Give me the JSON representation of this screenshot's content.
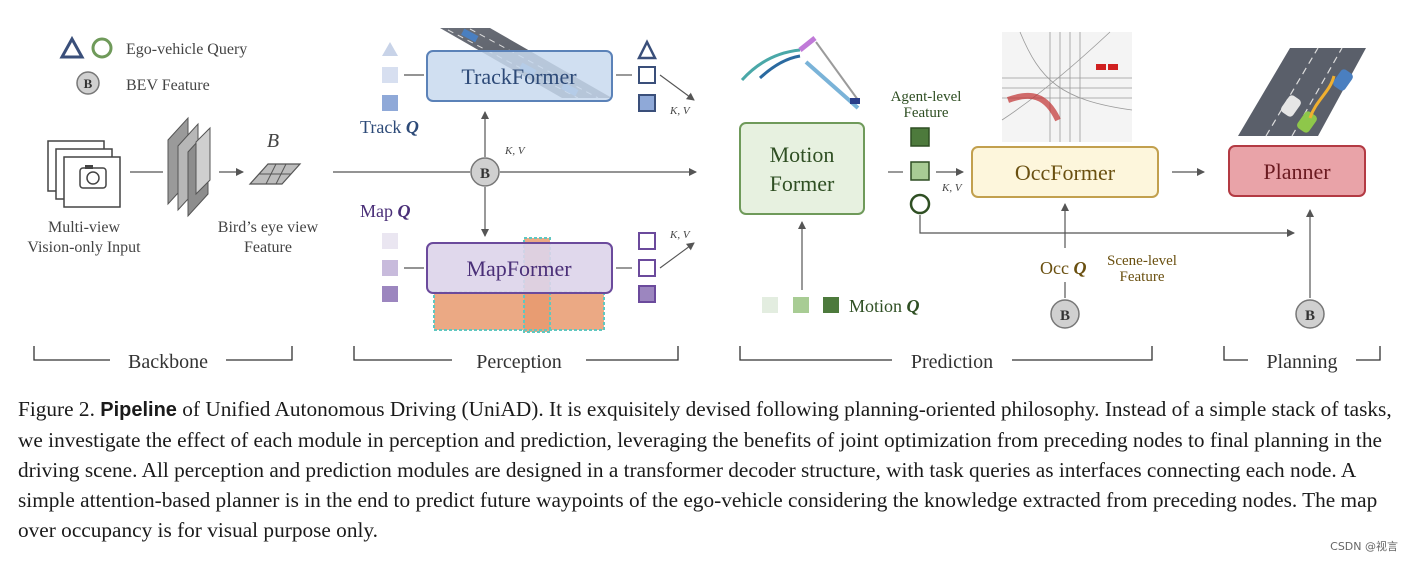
{
  "legend": {
    "query": "Ego-vehicle Query",
    "bev": "BEV Feature",
    "b_symbol": "B"
  },
  "backbone": {
    "input_label_1": "Multi-view",
    "input_label_2": "Vision-only Input",
    "bev_symbol": "B",
    "bev_label_1": "Bird’s eye view",
    "bev_label_2": "Feature",
    "stage": "Backbone"
  },
  "perception": {
    "track_former": "TrackFormer",
    "map_former": "MapFormer",
    "track_q": "Track",
    "map_q": "Map",
    "q_symbol": "Q",
    "kv": "K, V",
    "stage": "Perception"
  },
  "prediction": {
    "motion_former_1": "Motion",
    "motion_former_2": "Former",
    "motion_q": "Motion",
    "agent_feature_1": "Agent-level",
    "agent_feature_2": "Feature",
    "occ_former": "OccFormer",
    "occ_q": "Occ",
    "scene_feature_1": "Scene-level",
    "scene_feature_2": "Feature",
    "stage": "Prediction"
  },
  "planning": {
    "planner": "Planner",
    "stage": "Planning"
  },
  "caption": {
    "figure_no": "Figure 2.",
    "bold": "Pipeline",
    "text": " of Unified Autonomous Driving (UniAD). It is exquisitely devised following planning-oriented philosophy. Instead of a simple stack of tasks, we investigate the effect of each module in perception and prediction, leveraging the benefits of joint optimization from preceding nodes to final planning in the driving scene. All perception and prediction modules are designed in a transformer decoder structure, with task queries as interfaces connecting each node. A simple attention-based planner is in the end to predict future waypoints of the ego-vehicle considering the knowledge extracted from preceding nodes. The map over occupancy is for visual purpose only."
  },
  "watermark": "CSDN @视言",
  "colors": {
    "track_blue": "#c8d9ef",
    "track_border": "#5b82b8",
    "map_purple": "#ddd4ea",
    "map_border": "#6b4a9c",
    "motion_green": "#e7f1e0",
    "motion_border": "#6f9a5a",
    "occ_yellow": "#fdf6dc",
    "occ_border": "#c2a04e",
    "planner_red": "#e9a3a8",
    "planner_border": "#b33a43"
  }
}
